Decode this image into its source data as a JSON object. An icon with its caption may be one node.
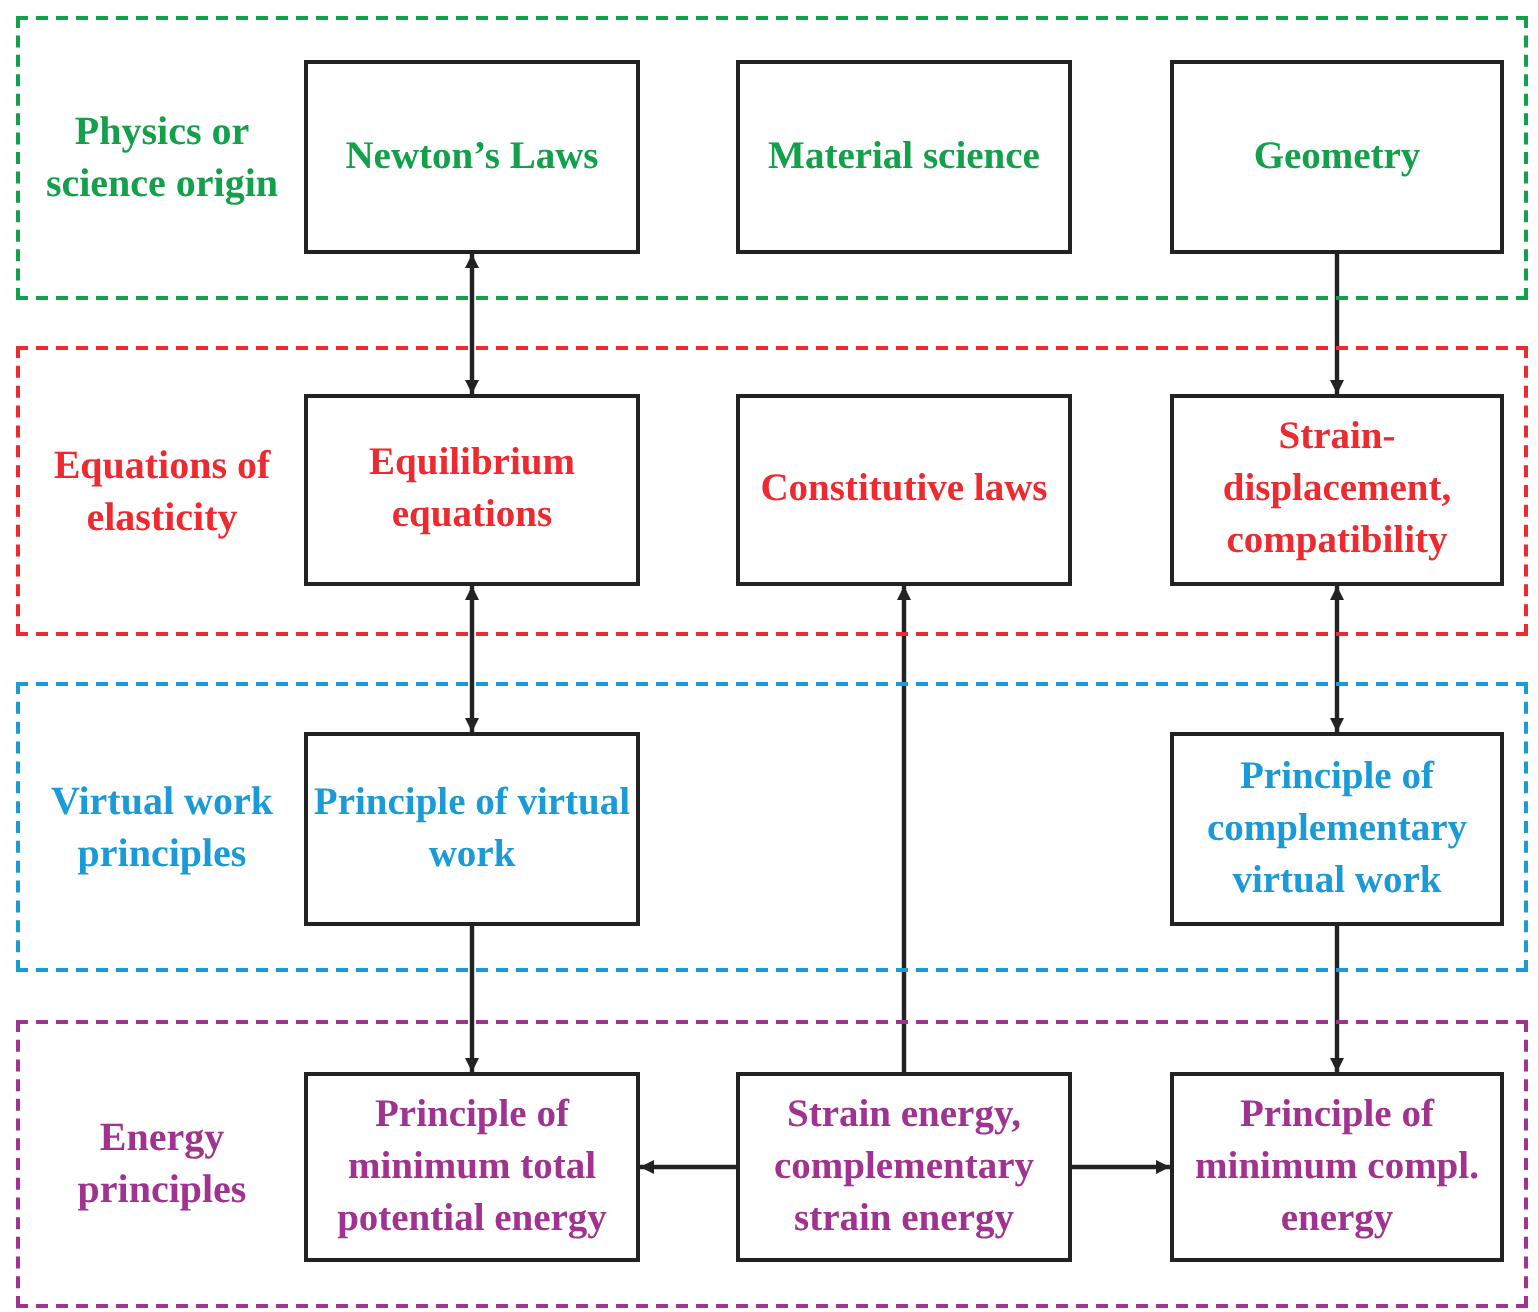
{
  "diagram": {
    "nodes": [
      {
        "text": [
          "Physics or science origin"
        ]
      },
      {
        "text": [
          "Newton’s Laws"
        ],
        "in": 0
      },
      {
        "text": [
          "Material science"
        ],
        "in": 0
      },
      {
        "text": [
          "Geometry"
        ],
        "in": 0
      },
      {
        "text": [
          "Equations of elasticity"
        ]
      },
      {
        "text": [
          "Equilibrium equations"
        ],
        "in": 4
      },
      {
        "text": [
          "Constitutive laws"
        ],
        "in": 4
      },
      {
        "text": [
          "Strain-displacement, compatibility"
        ],
        "in": 4
      },
      {
        "text": [
          "Virtual work principles"
        ]
      },
      {
        "text": [
          "Principle of virtual work"
        ],
        "in": 8
      },
      {
        "text": [
          "Principle of complementary virtual work"
        ],
        "in": 8
      },
      {
        "text": [
          "Energy principles"
        ]
      },
      {
        "text": [
          "Principle of minimum total potential energy"
        ],
        "in": 11
      },
      {
        "text": [
          "Strain energy, complementary strain energy"
        ],
        "in": 11
      },
      {
        "text": [
          "Principle of minimum compl. energy"
        ],
        "in": 11
      }
    ],
    "edges": [
      {
        "from": 1,
        "to": 5,
        "arrow": "both"
      },
      {
        "from": 3,
        "to": 7,
        "arrow": "to"
      },
      {
        "from": 5,
        "to": 9,
        "arrow": "both"
      },
      {
        "from": 7,
        "to": 10,
        "arrow": "both"
      },
      {
        "from": 13,
        "to": 6,
        "arrow": "to"
      },
      {
        "from": 9,
        "to": 12,
        "arrow": "to"
      },
      {
        "from": 10,
        "to": 14,
        "arrow": "to"
      },
      {
        "from": 13,
        "to": 12,
        "arrow": "to"
      },
      {
        "from": 13,
        "to": 14,
        "arrow": "to"
      }
    ]
  }
}
